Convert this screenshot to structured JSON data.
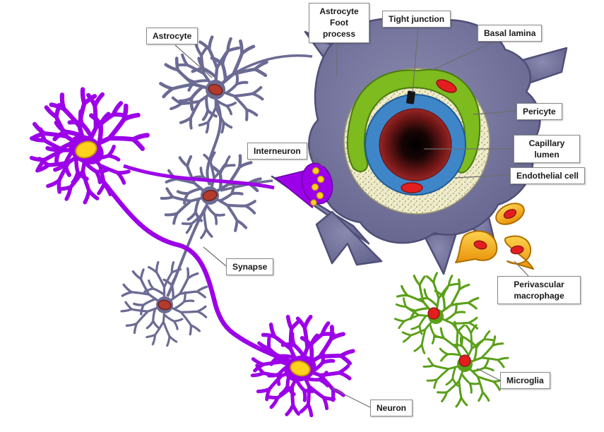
{
  "labels": {
    "astrocyte": "Astrocyte",
    "astrocyte_foot_process": "Astrocyte\nFoot\nprocess",
    "tight_junction": "Tight junction",
    "basal_lamina": "Basal lamina",
    "pericyte": "Pericyte",
    "capillary_lumen": "Capillary\nlumen",
    "endothelial_cell": "Endothelial cell",
    "interneuron": "Interneuron",
    "synapse": "Synapse",
    "perivascular_macrophage": "Perivascular\nmacrophage",
    "microglia": "Microglia",
    "neuron": "Neuron"
  },
  "colors": {
    "neuron_purple": "#9c00e8",
    "astrocyte_slate": "#6b6b94",
    "astrocyte_nucleus_red": "#b23b2e",
    "bright_nucleus_red": "#e31e1e",
    "neuron_nucleus_yellow": "#ffd21e",
    "pericyte_green": "#7dbb1e",
    "endothelial_blue": "#3e86c8",
    "basal_lamina_beige": "#efeccb",
    "macrophage_gold": "#f5b301",
    "microglia_green": "#5aa019",
    "lumen_dark_red": "#8a1e1e",
    "label_border": "#8a8a8a",
    "background": "#ffffff"
  }
}
